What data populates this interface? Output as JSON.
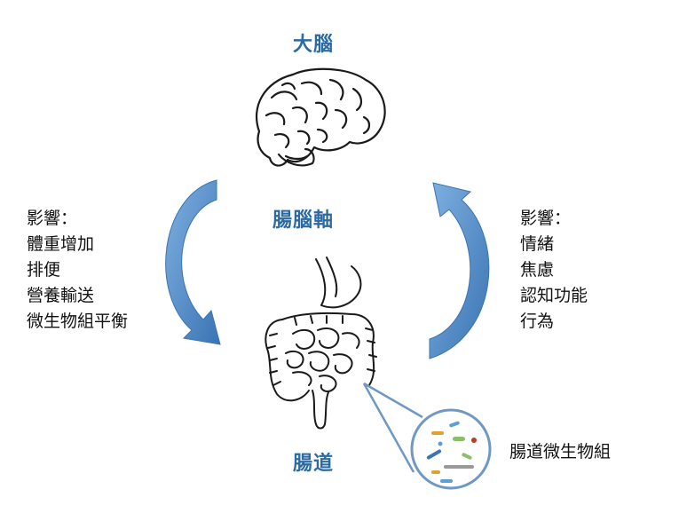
{
  "nodes": {
    "brain": {
      "label": "大腦",
      "icon": "brain-icon"
    },
    "axis": {
      "label": "腸腦軸"
    },
    "gut": {
      "label": "腸道",
      "icon": "intestine-icon"
    },
    "microbiome": {
      "label": "腸道微生物組",
      "icon": "microbiome-circle-icon"
    }
  },
  "left_effects": {
    "heading": "影響：",
    "items": [
      "體重增加",
      "排便",
      "營養輸送",
      "微生物組平衡"
    ]
  },
  "right_effects": {
    "heading": "影響：",
    "items": [
      "情緒",
      "焦慮",
      "認知功能",
      "行為"
    ]
  },
  "colors": {
    "arrow": "#4a86c4",
    "title": "#2b6aa3",
    "text": "#111111",
    "outline": "#1a1a1a",
    "microbe_circle": "#6f98c4"
  },
  "arrows": [
    {
      "name": "brain-to-gut-arrow",
      "direction": "down"
    },
    {
      "name": "gut-to-brain-arrow",
      "direction": "up"
    }
  ]
}
